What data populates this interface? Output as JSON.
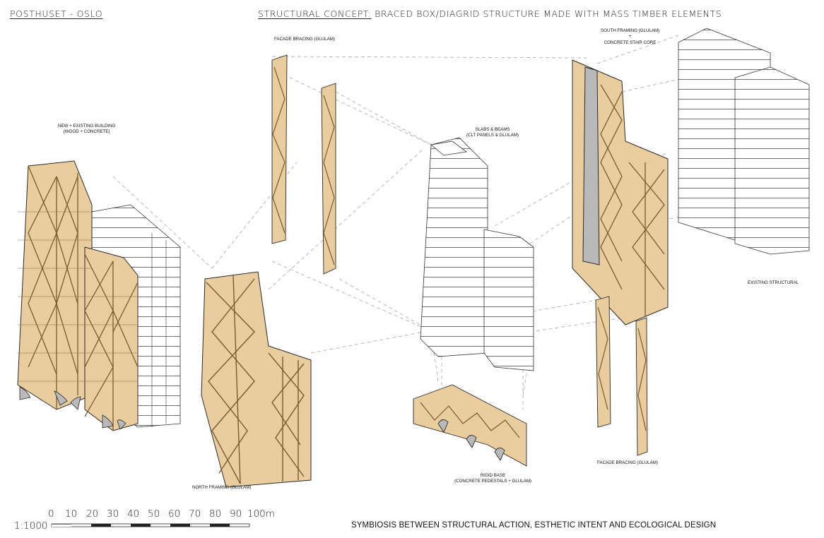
{
  "header": {
    "project_title": "POSTHUSET - OSLO",
    "concept_prefix": "STRUCTURAL CONCEPT:",
    "concept_text": "BRACED BOX/DIAGRID STRUCTURE MADE WITH MASS TIMBER ELEMENTS"
  },
  "labels": {
    "facade_bracing_top": "FACADE BRACING (GLULAM)",
    "south_framing_1": "SOUTH FRAMING (GLULAM)",
    "south_framing_2": "+",
    "south_framing_3": "CONCRETE STAIR CORE",
    "new_existing_1": "NEW + EXISTING BUILDING",
    "new_existing_2": "(WOOD + CONCRETE)",
    "slabs_1": "SLABS & BEAMS",
    "slabs_2": "(CLT PANELS & GLULAM)",
    "existing_structural": "EXISTING STRUCTURAL",
    "north_framing": "NORTH FRAMING (GLULAM)",
    "rigid_base_1": "RIGID BASE",
    "rigid_base_2": "(CONCRETE PEDESTALS + GLULAM)",
    "facade_bracing_bottom": "FACADE BRACING (GLULAM)"
  },
  "scale": {
    "ratio": "1:1000",
    "ticks": [
      "0",
      "10",
      "20",
      "30",
      "40",
      "50",
      "60",
      "70",
      "80",
      "90",
      "100m"
    ]
  },
  "footer": {
    "tagline": "SYMBIOSIS BETWEEN STRUCTURAL ACTION, ESTHETIC INTENT AND ECOLOGICAL DESIGN"
  },
  "colors": {
    "timber": "#e9cd9e",
    "timber_dark": "#caa46c",
    "outline": "#2a2a2a",
    "concrete": "#b9b9b9",
    "guide_line": "#9a9a9a"
  }
}
